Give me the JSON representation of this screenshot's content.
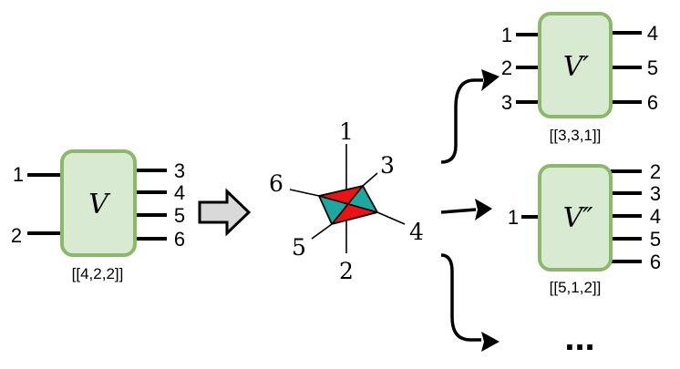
{
  "tensor_v": {
    "symbol": "V",
    "label": "[[4,2,2]]",
    "left_legs": [
      "1",
      "2"
    ],
    "right_legs": [
      "3",
      "4",
      "5",
      "6"
    ]
  },
  "central_node": {
    "legs": [
      "1",
      "3",
      "4",
      "2",
      "5",
      "6"
    ]
  },
  "tensor_v_prime": {
    "symbol": "V′",
    "label": "[[3,3,1]]",
    "left_legs": [
      "1",
      "2",
      "3"
    ],
    "right_legs": [
      "4",
      "5",
      "6"
    ]
  },
  "tensor_v_double_prime": {
    "symbol": "V″",
    "label": "[[5,1,2]]",
    "left_legs": [
      "1"
    ],
    "right_legs": [
      "2",
      "3",
      "4",
      "5",
      "6"
    ]
  },
  "ellipsis": "...",
  "colors": {
    "box_fill": "#d8ebd2",
    "box_stroke": "#8cb86a",
    "red": "#ee1111",
    "teal": "#1fa6a0",
    "block_arrow": "#d9d9d9"
  }
}
